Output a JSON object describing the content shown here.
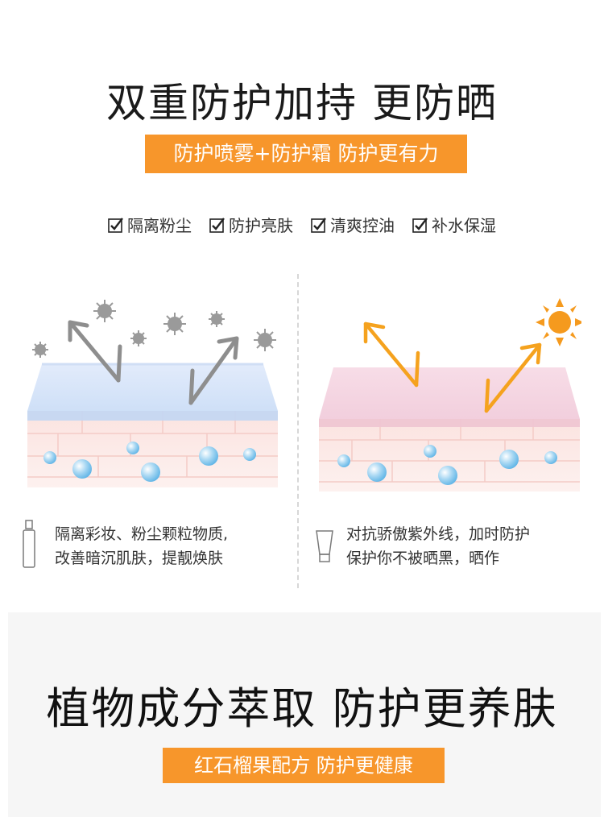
{
  "title": "双重防护加持 更防晒",
  "banner1": "防护喷雾+防护霜 防护更有力",
  "features": [
    "隔离粉尘",
    "防护亮肤",
    "清爽控油",
    "补水保湿"
  ],
  "left_desc": {
    "line1": "隔离彩妆、粉尘颗粒物质,",
    "line2": "改善暗沉肌肤，提靓焕肤"
  },
  "right_desc": {
    "line1": "对抗骄傲紫外线，加时防护",
    "line2": "保护你不被晒黑，晒作"
  },
  "title2": "植物成分萃取 防护更养肤",
  "banner2": "红石榴果配方 防护更健康",
  "colors": {
    "accent": "#f7962b",
    "sun": "#f59a1e",
    "arrow_gray": "#8e8e8e"
  }
}
